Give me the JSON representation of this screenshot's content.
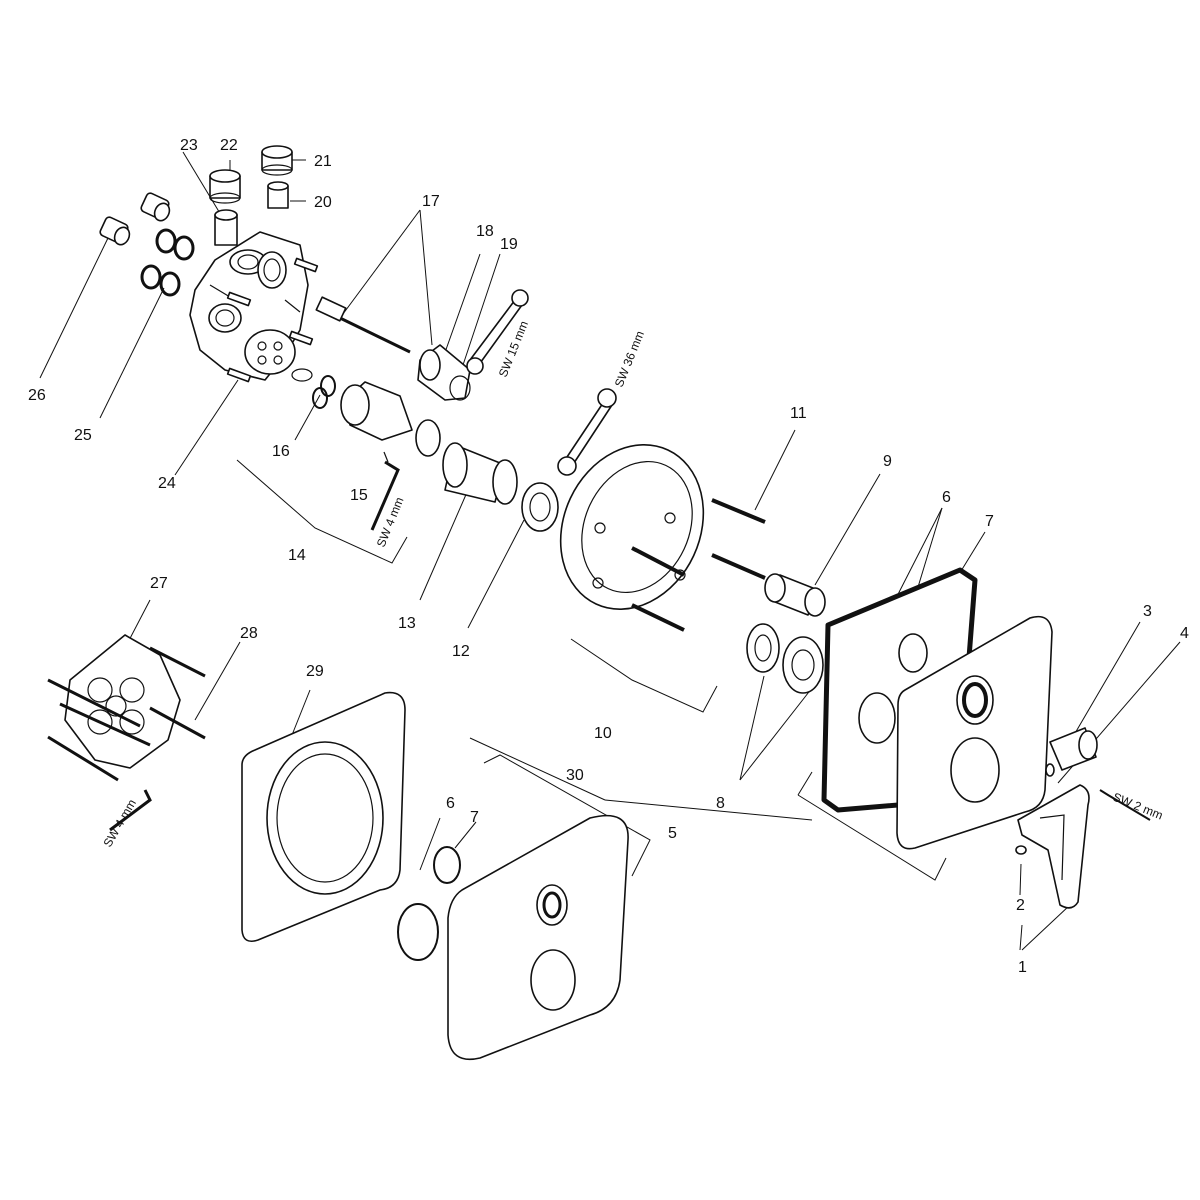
{
  "part_labels": [
    {
      "id": "1",
      "text": "1"
    },
    {
      "id": "2",
      "text": "2"
    },
    {
      "id": "3",
      "text": "3"
    },
    {
      "id": "4",
      "text": "4"
    },
    {
      "id": "5",
      "text": "5"
    },
    {
      "id": "6a",
      "text": "6"
    },
    {
      "id": "6b",
      "text": "6"
    },
    {
      "id": "7a",
      "text": "7"
    },
    {
      "id": "7b",
      "text": "7"
    },
    {
      "id": "8",
      "text": "8"
    },
    {
      "id": "9",
      "text": "9"
    },
    {
      "id": "10",
      "text": "10"
    },
    {
      "id": "11",
      "text": "11"
    },
    {
      "id": "12",
      "text": "12"
    },
    {
      "id": "13",
      "text": "13"
    },
    {
      "id": "14",
      "text": "14"
    },
    {
      "id": "15",
      "text": "15"
    },
    {
      "id": "16",
      "text": "16"
    },
    {
      "id": "17",
      "text": "17"
    },
    {
      "id": "18",
      "text": "18"
    },
    {
      "id": "19",
      "text": "19"
    },
    {
      "id": "20",
      "text": "20"
    },
    {
      "id": "21",
      "text": "21"
    },
    {
      "id": "22",
      "text": "22"
    },
    {
      "id": "23",
      "text": "23"
    },
    {
      "id": "24",
      "text": "24"
    },
    {
      "id": "25",
      "text": "25"
    },
    {
      "id": "26",
      "text": "26"
    },
    {
      "id": "27",
      "text": "27"
    },
    {
      "id": "28",
      "text": "28"
    },
    {
      "id": "29",
      "text": "29"
    },
    {
      "id": "30",
      "text": "30"
    }
  ],
  "tool_labels": {
    "sw15": "SW 15 mm",
    "sw36": "SW 36 mm",
    "sw4a": "SW 4 mm",
    "sw4b": "SW 4 mm",
    "sw2": "SW 2 mm"
  }
}
